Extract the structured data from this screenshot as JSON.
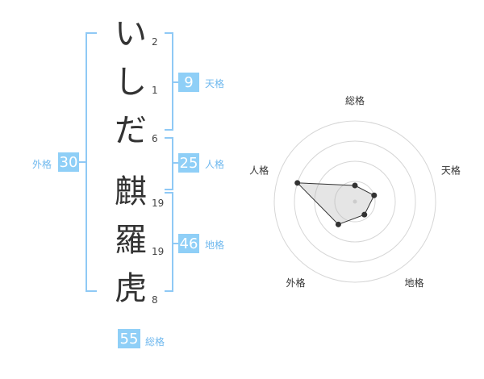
{
  "name": {
    "chars": [
      {
        "char": "い",
        "strokes": "2"
      },
      {
        "char": "し",
        "strokes": "1"
      },
      {
        "char": "だ",
        "strokes": "6"
      },
      {
        "char": "麒",
        "strokes": "19"
      },
      {
        "char": "羅",
        "strokes": "19"
      },
      {
        "char": "虎",
        "strokes": "8"
      }
    ]
  },
  "kakusu": {
    "tenkaku": {
      "value": "9",
      "label": "天格"
    },
    "jinkaku": {
      "value": "25",
      "label": "人格"
    },
    "chikaku": {
      "value": "46",
      "label": "地格"
    },
    "gaikaku": {
      "value": "30",
      "label": "外格"
    },
    "soukaku": {
      "value": "55",
      "label": "総格"
    }
  },
  "colors": {
    "accent": "#8fcff7",
    "bracket": "#8fc9f5",
    "label": "#6fb8ee"
  },
  "chart_data": {
    "type": "radar",
    "axes": [
      "総格",
      "天格",
      "地格",
      "外格",
      "人格"
    ],
    "values": [
      0.2,
      0.25,
      0.2,
      0.35,
      0.75
    ],
    "range": [
      0,
      1
    ],
    "rings": 4
  }
}
